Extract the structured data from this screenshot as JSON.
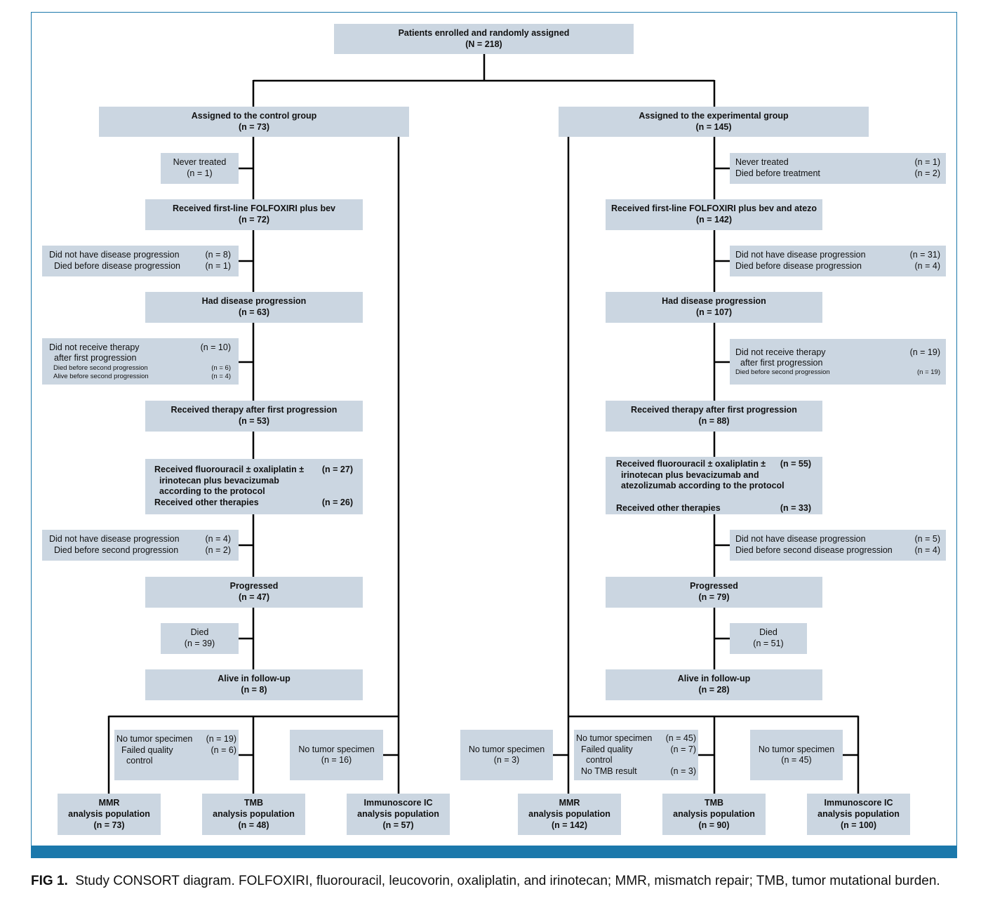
{
  "diagram": {
    "top": {
      "title": "Patients enrolled and randomly assigned",
      "n": "(N = 218)"
    },
    "control": {
      "assigned": {
        "title": "Assigned to the control group",
        "n": "(n = 73)"
      },
      "never_treated": {
        "label": "Never treated",
        "n": "(n = 1)"
      },
      "first_line": {
        "title": "Received first-line FOLFOXIRI plus bev",
        "n": "(n = 72)"
      },
      "no_progression": {
        "l1": "Did not have disease progression",
        "n1": "(n = 8)",
        "l2": "Died before disease progression",
        "n2": "(n = 1)"
      },
      "progression": {
        "title": "Had disease progression",
        "n": "(n = 63)"
      },
      "no_therapy": {
        "l1": "Did not receive therapy",
        "n1": "(n = 10)",
        "l1b": "after first progression",
        "l2": "Died before second progression",
        "n2": "(n = 6)",
        "l3": "Alive before second progression",
        "n3": "(n = 4)"
      },
      "therapy": {
        "title": "Received therapy after first progression",
        "n": "(n = 53)"
      },
      "regimens": {
        "l1": "Received fluorouracil ± oxaliplatin ±",
        "n1": "(n = 27)",
        "l1b": "irinotecan plus bevacizumab",
        "l1c": "according to the protocol",
        "l2": "Received other therapies",
        "n2": "(n = 26)"
      },
      "no_second": {
        "l1": "Did not have disease progression",
        "n1": "(n = 4)",
        "l2": "Died before second progression",
        "n2": "(n = 2)"
      },
      "progressed": {
        "title": "Progressed",
        "n": "(n = 47)"
      },
      "died": {
        "label": "Died",
        "n": "(n = 39)"
      },
      "alive": {
        "title": "Alive in follow-up",
        "n": "(n = 8)"
      },
      "excl_mmr_tmb": {
        "l1": "No tumor specimen",
        "n1": "(n = 19)",
        "l2": "Failed quality",
        "n2": "(n = 6)",
        "l2b": "control"
      },
      "excl_ic": {
        "label": "No tumor specimen",
        "n": "(n = 16)"
      },
      "mmr": {
        "l1": "MMR",
        "l2": "analysis population",
        "n": "(n = 73)"
      },
      "tmb": {
        "l1": "TMB",
        "l2": "analysis population",
        "n": "(n = 48)"
      },
      "ic": {
        "l1": "Immunoscore IC",
        "l2": "analysis population",
        "n": "(n = 57)"
      }
    },
    "experimental": {
      "assigned": {
        "title": "Assigned to the experimental group",
        "n": "(n = 145)"
      },
      "never_treated": {
        "l1": "Never treated",
        "n1": "(n = 1)",
        "l2": "Died before treatment",
        "n2": "(n = 2)"
      },
      "first_line": {
        "title": "Received first-line FOLFOXIRI plus bev and atezo",
        "n": "(n = 142)"
      },
      "no_progression": {
        "l1": "Did not have disease progression",
        "n1": "(n = 31)",
        "l2": "Died before disease progression",
        "n2": "(n = 4)"
      },
      "progression": {
        "title": "Had disease progression",
        "n": "(n = 107)"
      },
      "no_therapy": {
        "l1": "Did not receive therapy",
        "n1": "(n = 19)",
        "l1b": "after first progression",
        "l2": "Died before second progression",
        "n2": "(n = 19)"
      },
      "therapy": {
        "title": "Received therapy after first progression",
        "n": "(n = 88)"
      },
      "regimens": {
        "l1": "Received fluorouracil ± oxaliplatin ±",
        "n1": "(n = 55)",
        "l1b": "irinotecan plus bevacizumab and",
        "l1c": "atezolizumab according to the protocol",
        "l2": "Received other therapies",
        "n2": "(n = 33)"
      },
      "no_second": {
        "l1": "Did not have disease progression",
        "n1": "(n = 5)",
        "l2": "Died before second disease progression",
        "n2": "(n = 4)"
      },
      "progressed": {
        "title": "Progressed",
        "n": "(n = 79)"
      },
      "died": {
        "label": "Died",
        "n": "(n = 51)"
      },
      "alive": {
        "title": "Alive in follow-up",
        "n": "(n = 28)"
      },
      "excl_mmr": {
        "label": "No tumor specimen",
        "n": "(n = 3)"
      },
      "excl_tmb": {
        "l1": "No tumor specimen",
        "n1": "(n = 45)",
        "l2": "Failed quality",
        "n2": "(n = 7)",
        "l2b": "control",
        "l3": "No TMB result",
        "n3": "(n = 3)"
      },
      "excl_ic": {
        "label": "No tumor specimen",
        "n": "(n = 45)"
      },
      "mmr": {
        "l1": "MMR",
        "l2": "analysis population",
        "n": "(n = 142)"
      },
      "tmb": {
        "l1": "TMB",
        "l2": "analysis population",
        "n": "(n = 90)"
      },
      "ic": {
        "l1": "Immunoscore IC",
        "l2": "analysis population",
        "n": "(n = 100)"
      }
    }
  },
  "caption": {
    "label": "FIG 1.",
    "text": "Study CONSORT diagram. FOLFOXIRI, fluorouracil, leucovorin, oxaliplatin, and irinotecan; MMR, mismatch repair; TMB, tumor mutational burden."
  },
  "colors": {
    "box_fill": "#cbd6e1",
    "frame_accent": "#1b78ab",
    "line": "#000000"
  }
}
